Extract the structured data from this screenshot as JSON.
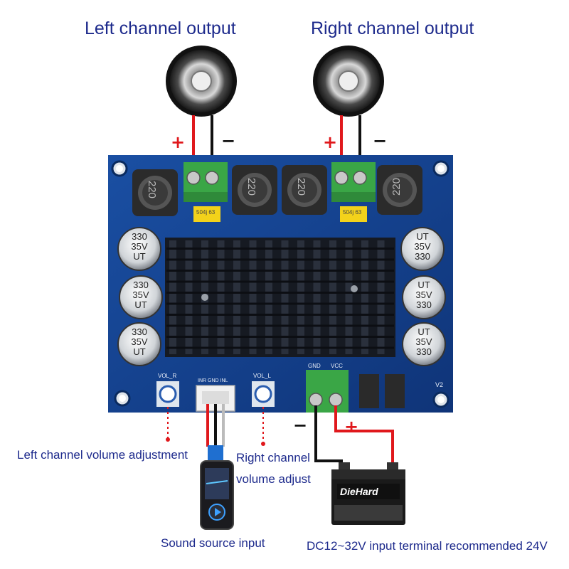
{
  "labels": {
    "left_output": "Left channel output",
    "right_output": "Right channel output",
    "left_volume": "Left channel volume adjustment",
    "right_volume_1": "Right channel",
    "right_volume_2": "volume adjust",
    "sound_source": "Sound source input",
    "dc_input": "DC12~32V input terminal recommended 24V"
  },
  "signs": {
    "plus": "+",
    "minus": "−"
  },
  "board": {
    "inductor_text": "220",
    "cap_line1": "330",
    "cap_line2": "35V",
    "cap_line3": "UT",
    "cap_right_line1": "UT",
    "cap_right_line2": "35V",
    "cap_right_line3": "330",
    "vol_r": "VOL_R",
    "vol_l": "VOL_L",
    "gnd": "GND",
    "vcc": "VCC",
    "audio_pins": "INR GND INL",
    "version": "V2",
    "yellow_cap_text": "504j 63"
  },
  "battery": {
    "brand": "DieHard"
  },
  "colors": {
    "text": "#1d2a8c",
    "board": "#14418f",
    "wire_red": "#e0181c",
    "wire_black": "#111111",
    "terminal": "#3aa646",
    "heatsink": "#161a22"
  }
}
